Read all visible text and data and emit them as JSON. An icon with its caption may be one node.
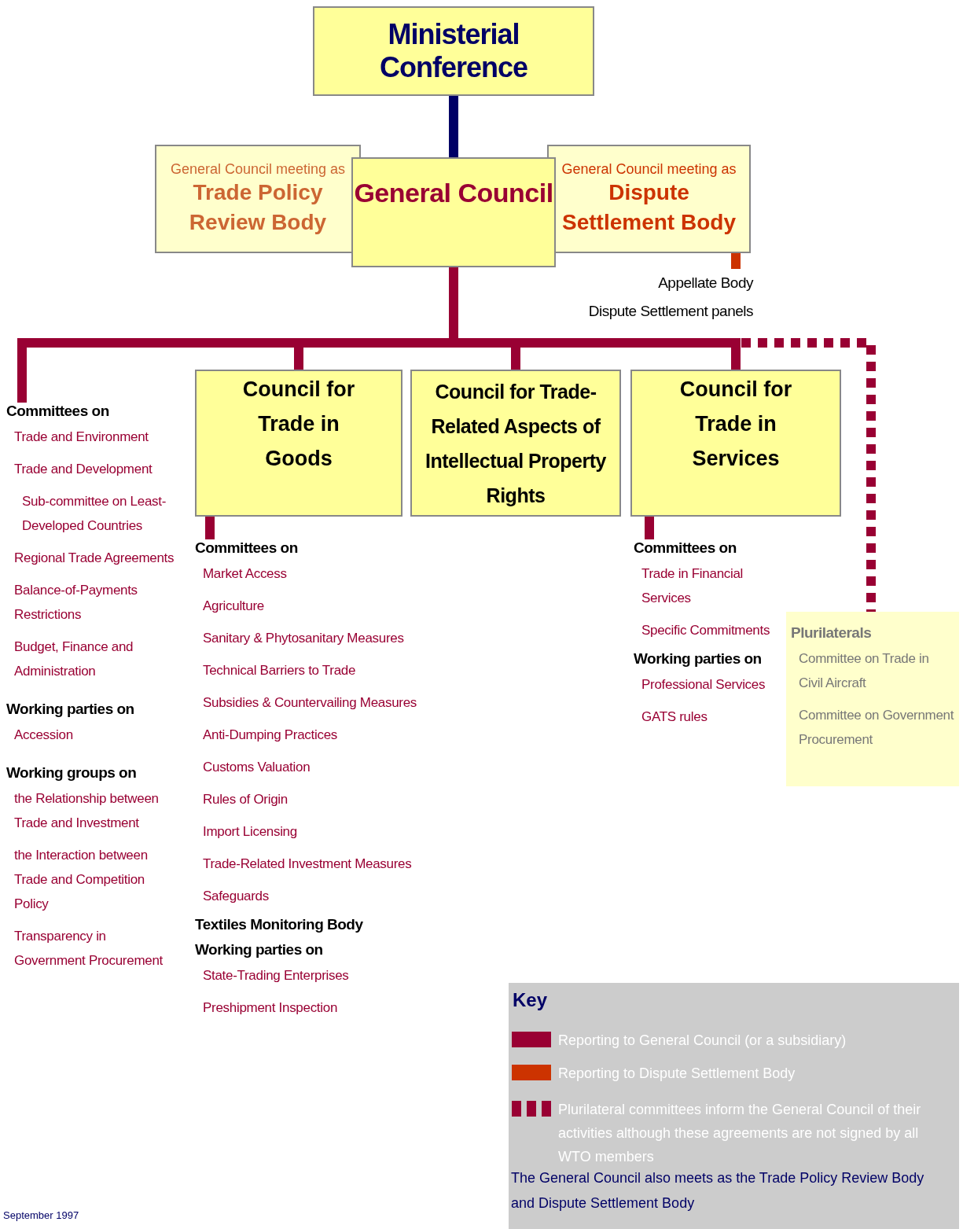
{
  "diagram": {
    "nodes": [
      {
        "text": [
          "Ministerial Conference"
        ]
      },
      {
        "text": [
          "General Council meeting as",
          "Trade Policy Review Body"
        ]
      },
      {
        "text": [
          "General Council"
        ]
      },
      {
        "text": [
          "General Council meeting as",
          "Dispute Settlement Body"
        ]
      },
      {
        "text": [
          "Appellate Body",
          "Dispute Settlement panels"
        ]
      },
      {
        "text": [
          "Committees on",
          "Trade and Environment",
          "Trade and Development",
          "Sub-committee on Least-Developed Countries",
          "Regional Trade Agreements",
          "Balance-of-Payments Restrictions",
          "Budget, Finance and Administration",
          "Working parties on",
          "Accession",
          "Working groups on",
          "the Relationship between Trade and Investment",
          "the Interaction between Trade and Competition Policy",
          "Transparency in Government Procurement"
        ]
      },
      {
        "text": [
          "Council for Trade in Goods"
        ]
      },
      {
        "text": [
          "Council for Trade-Related Aspects of Intellectual Property Rights"
        ]
      },
      {
        "text": [
          "Council for Trade in Services"
        ]
      },
      {
        "text": [
          "Committees on",
          "Market Access",
          "Agriculture",
          "Sanitary & Phytosanitary Measures",
          "Technical Barriers to Trade",
          "Subsidies & Countervailing Measures",
          "Anti-Dumping Practices",
          "Customs Valuation",
          "Rules of Origin",
          "Import Licensing",
          "Trade-Related Investment Measures",
          "Safeguards",
          "Textiles Monitoring Body",
          "Working parties on",
          "State-Trading Enterprises",
          "Preshipment Inspection"
        ]
      },
      {
        "text": [
          "Committees on",
          "Trade in Financial Services",
          "Specific Commitments",
          "Working parties on",
          "Professional Services",
          "GATS rules"
        ]
      },
      {
        "text": [
          "Plurilaterals",
          "Committee on Trade in Civil Aircraft",
          "Committee on Government Procurement"
        ]
      }
    ],
    "edges": [
      {
        "from": 0,
        "to": 2,
        "arrow": "none",
        "color": "#000066"
      },
      {
        "from": 3,
        "to": 4,
        "arrow": "none",
        "color": "#cc3300"
      },
      {
        "from": 2,
        "to": 11,
        "arrow": "none",
        "style": "dashed"
      },
      {
        "from": 2,
        "to": 5,
        "arrow": "none"
      },
      {
        "from": 2,
        "to": 6,
        "arrow": "none"
      },
      {
        "from": 2,
        "to": 7,
        "arrow": "none"
      },
      {
        "from": 2,
        "to": 8,
        "arrow": "none"
      },
      {
        "from": 6,
        "to": 9,
        "arrow": "none"
      },
      {
        "from": 8,
        "to": 10,
        "arrow": "none"
      }
    ],
    "labels": [
      "Key",
      "The General Council also meets as the Trade Policy Review Body and Dispute Settlement Body",
      "September 1997"
    ],
    "legend": [
      {
        "text": "Reporting to General Council (or a subsidiary)",
        "color": "#990033"
      },
      {
        "text": "Reporting to Dispute Settlement Body",
        "color": "#cc3300"
      },
      {
        "text": "Plurilateral committees inform the General Council of their activities although these agreements are not signed by all WTO members"
      }
    ]
  }
}
